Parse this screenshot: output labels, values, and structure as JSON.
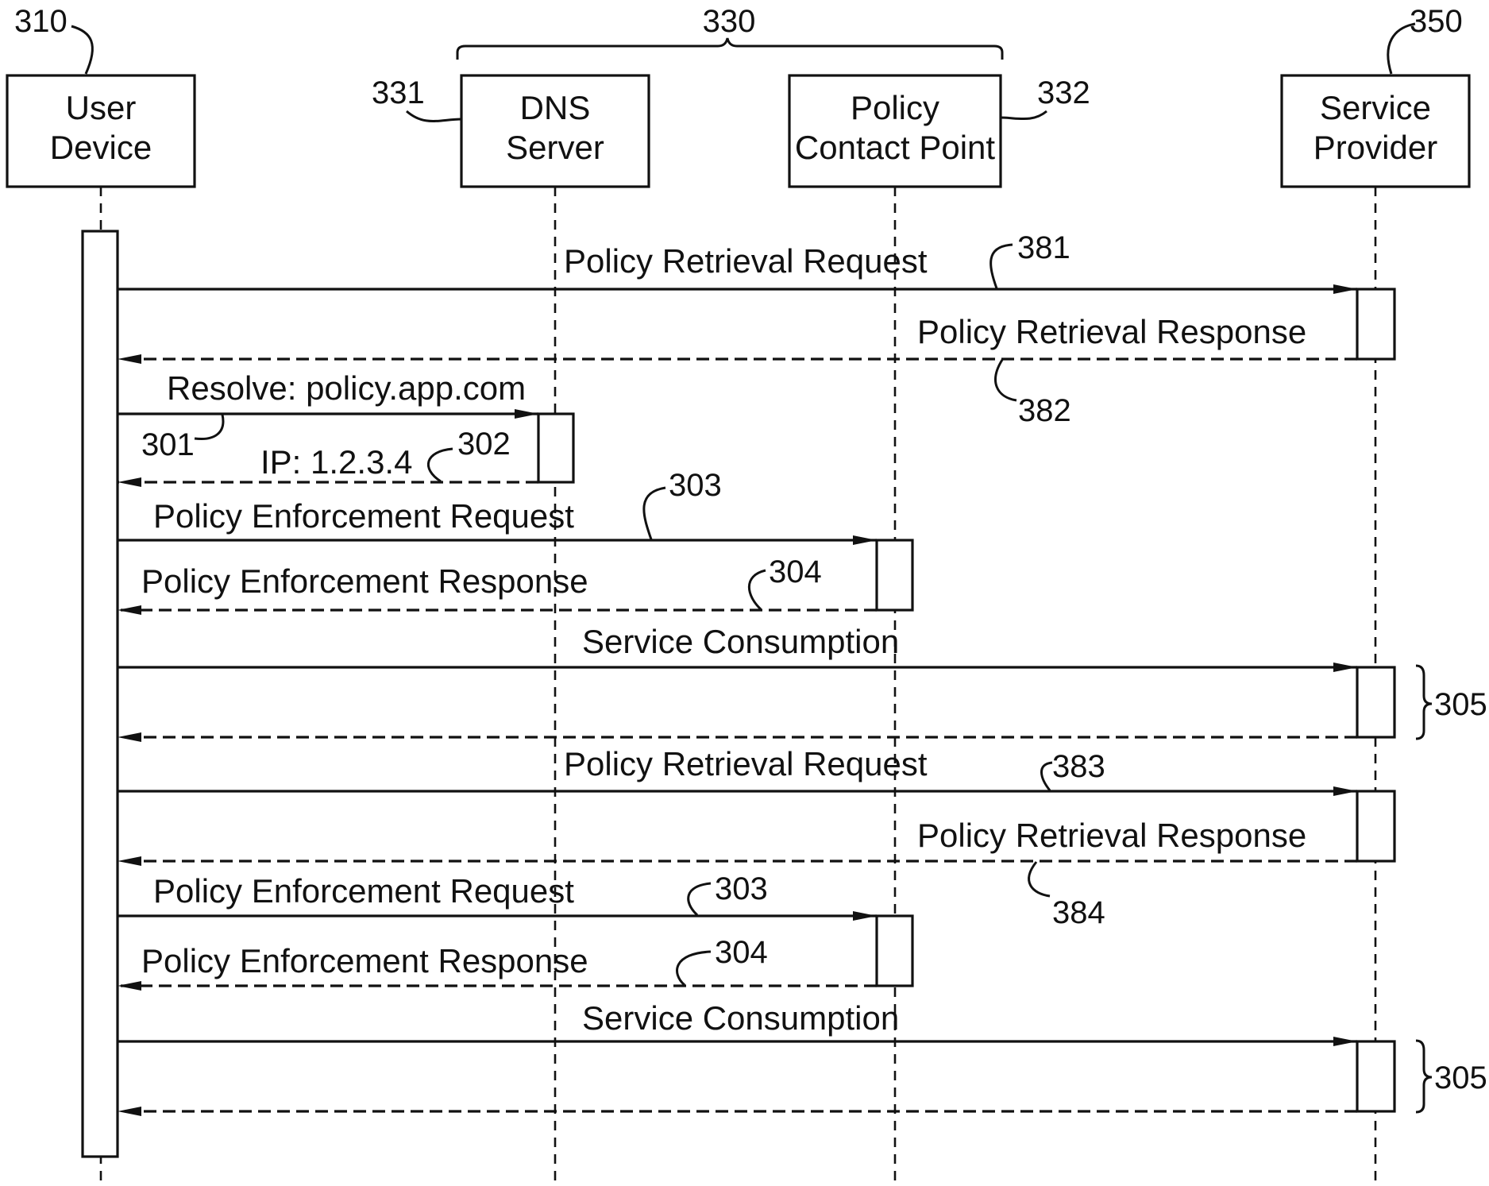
{
  "participants": [
    {
      "ref": "310",
      "line1": "User",
      "line2": "Device"
    },
    {
      "ref": "331",
      "line1": "DNS",
      "line2": "Server"
    },
    {
      "ref": "332",
      "line1": "Policy",
      "line2": "Contact Point"
    },
    {
      "ref": "350",
      "line1": "Service",
      "line2": "Provider"
    }
  ],
  "group": {
    "ref": "330"
  },
  "messages": [
    {
      "label": "Policy Retrieval Request",
      "ref": "381"
    },
    {
      "label": "Policy Retrieval Response",
      "ref": "382"
    },
    {
      "label": "Resolve: policy.app.com",
      "ref": "301"
    },
    {
      "label": "IP: 1.2.3.4",
      "ref": "302"
    },
    {
      "label": "Policy Enforcement Request",
      "ref": "303"
    },
    {
      "label": "Policy Enforcement Response",
      "ref": "304"
    },
    {
      "label": "Service Consumption",
      "ref": "305"
    },
    {
      "label": "Policy Retrieval Request",
      "ref": "383"
    },
    {
      "label": "Policy Retrieval Response",
      "ref": "384"
    },
    {
      "label": "Policy Enforcement Request",
      "ref": "303"
    },
    {
      "label": "Policy Enforcement Response",
      "ref": "304"
    },
    {
      "label": "Service Consumption",
      "ref": "305"
    }
  ]
}
